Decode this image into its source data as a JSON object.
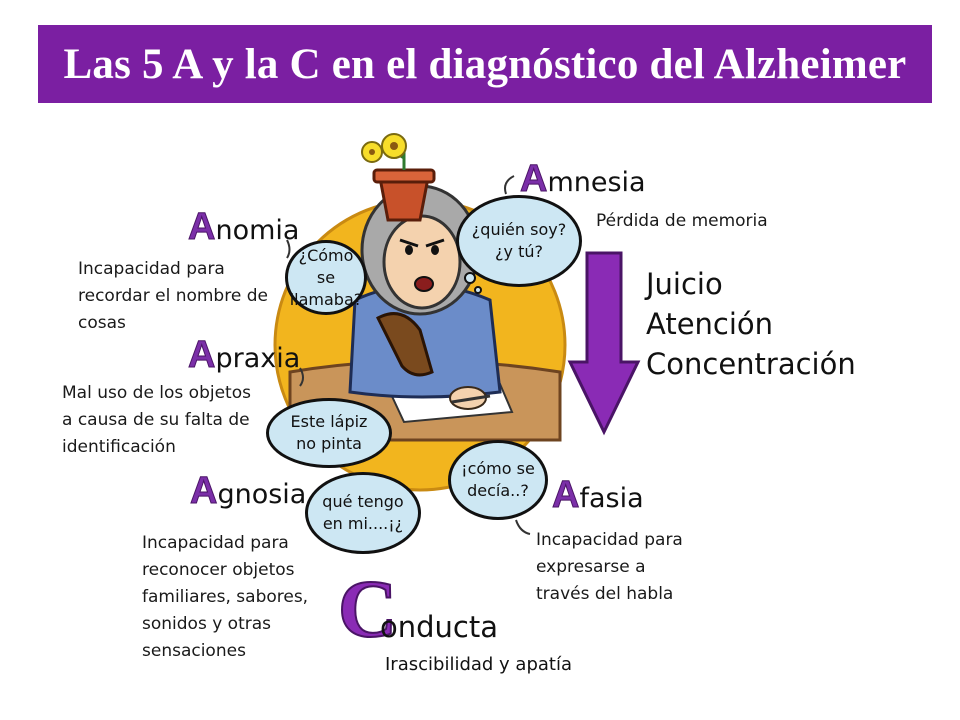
{
  "title": "Las 5 A y la C en el diagnóstico del Alzheimer",
  "amnesia": {
    "initial": "A",
    "rest": "mnesia",
    "desc": "Pérdida de memoria"
  },
  "anomia": {
    "initial": "A",
    "rest": "nomia",
    "desc_lines": [
      "Incapacidad para",
      "recordar el nombre de",
      "cosas"
    ]
  },
  "apraxia": {
    "initial": "A",
    "rest": "praxia",
    "desc_lines": [
      "Mal uso de los objetos",
      "a causa de su falta de",
      "identificación"
    ]
  },
  "agnosia": {
    "initial": "A",
    "rest": "gnosia",
    "desc_lines": [
      "Incapacidad para",
      "reconocer objetos",
      "familiares, sabores,",
      "sonidos y otras",
      "sensaciones"
    ]
  },
  "afasia": {
    "initial": "A",
    "rest": "fasia",
    "desc_lines": [
      "Incapacidad para",
      "expresarse a",
      "través del habla"
    ]
  },
  "conducta": {
    "initial": "C",
    "rest": "onducta",
    "desc": "Irascibilidad y apatía"
  },
  "affected": [
    "Juicio",
    "Atención",
    "Concentración"
  ],
  "bubbles": {
    "quien": [
      "¿quién soy?",
      "¿y tú?"
    ],
    "como_se_llamaba": [
      "¿Cómo se",
      "llamaba?"
    ],
    "lapiz": [
      "Este lápiz",
      "no pinta"
    ],
    "decia": [
      "¡cómo se",
      "decía..?"
    ],
    "tengo": [
      "qué tengo",
      "en mi....¡¿"
    ]
  },
  "colors": {
    "title_bg": "#7b1fa2",
    "accent": "#8a2bb5",
    "sun": "#f2b51e",
    "bubble": "#cde7f3"
  }
}
